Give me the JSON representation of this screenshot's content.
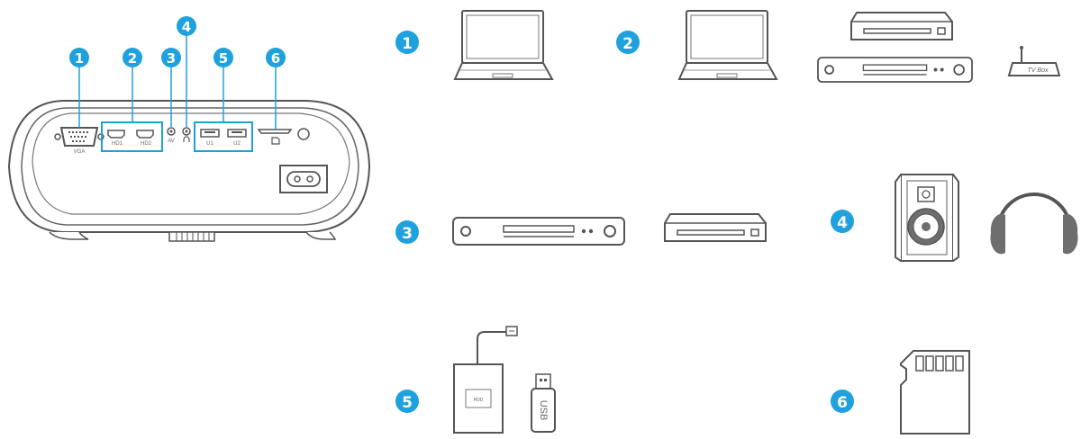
{
  "colors": {
    "accent": "#1ea1dc",
    "line": "#555555",
    "fill_light": "#f4f4f4",
    "fill_dark": "#6e6e6e"
  },
  "ports": {
    "vga": "VGA",
    "hd1": "HD1",
    "hd2": "HD2",
    "av": "AV",
    "u1": "U1",
    "u2": "U2"
  },
  "markers": {
    "m1": "1",
    "m2": "2",
    "m3": "3",
    "m4": "4",
    "m5": "5",
    "m6": "6"
  },
  "devices": {
    "tv_box_label": "TV Box",
    "hdd_label": "HDD",
    "usb_label": "USB"
  }
}
